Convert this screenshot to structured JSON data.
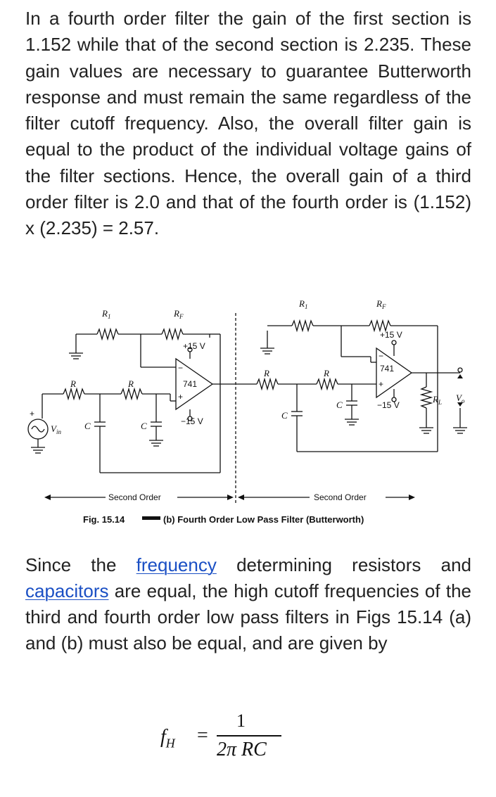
{
  "paragraph1": "In a fourth order filter the gain of the first section is 1.152 while that of the second section is 2.235. These gain values are necessary to guarantee Butterworth response and must remain the same regardless of the filter cutoff frequency. Also, the overall filter gain is equal to the product of the individual voltage gains of the filter sections. Hence, the overall gain of a third order filter is 2.0 and that of the fourth order is (1.152) x (2.235) = 2.57.",
  "paragraph2": {
    "t1": "Since the ",
    "link1": "frequency",
    "t2": " determining resistors and ",
    "link2": "capacitors",
    "t3": " are equal, the high cutoff frequencies of the third and fourth order low pass filters in Figs 15.14 (a) and (b) must also be equal, and are given by"
  },
  "figure": {
    "labels": {
      "r1_left": "R",
      "r1_sub": "1",
      "rf_left": "R",
      "rf_sub": "F",
      "r1_right": "R",
      "r1_right_sub": "1",
      "rf_right": "R",
      "rf_right_sub": "F",
      "plus15_left": "+15 V",
      "minus15_left": "−15 V",
      "plus15_right": "+15 V",
      "minus15_right": "−15 V",
      "opamp_left": "741",
      "opamp_right": "741",
      "r_a": "R",
      "r_b": "R",
      "r_c": "R",
      "r_d": "R",
      "c_a": "C",
      "c_b": "C",
      "c_c": "C",
      "c_d": "C",
      "vin": "V",
      "vin_sub": "in",
      "rl": "R",
      "rl_sub": "L",
      "vo": "V",
      "vo_sub": "o",
      "second_order_left": "Second Order",
      "second_order_right": "Second Order"
    },
    "caption_bold": "Fig. 15.14",
    "caption_text": "(b) Fourth Order Low Pass Filter (Butterworth)"
  },
  "formula": {
    "lhs": "f",
    "lhs_sub": "H",
    "equals": "=",
    "numerator": "1",
    "denominator": "2π RC"
  }
}
